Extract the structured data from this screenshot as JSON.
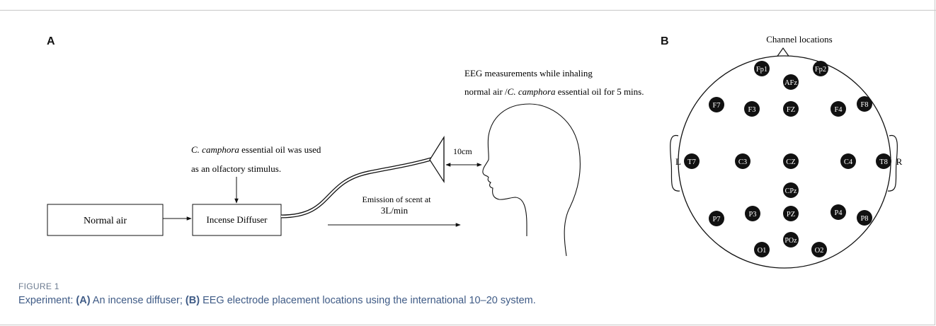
{
  "panel_a": {
    "letter": "A",
    "box_normal_air": "Normal air",
    "box_diffuser": "Incense Diffuser",
    "stimulus_label_italic": "C. camphora",
    "stimulus_label_line1_rest": " essential oil was used",
    "stimulus_label_line2": "as an olfactory stimulus.",
    "distance_label": "10cm",
    "emission_line1": "Emission of scent at",
    "emission_line2": "3L/min",
    "eeg_line1": "EEG measurements while inhaling",
    "eeg_line2_prefix": "normal air /",
    "eeg_line2_italic": "C. camphora",
    "eeg_line2_suffix": "  essential oil for 5 mins."
  },
  "panel_b": {
    "letter": "B",
    "title": "Channel locations",
    "left_label": "L",
    "right_label": "R",
    "electrodes": [
      "Fp1",
      "Fp2",
      "AFz",
      "F7",
      "F3",
      "FZ",
      "F4",
      "F8",
      "T7",
      "C3",
      "CZ",
      "C4",
      "T8",
      "CPz",
      "P7",
      "P3",
      "PZ",
      "P4",
      "P8",
      "POz",
      "O1",
      "O2"
    ]
  },
  "caption": {
    "label": "FIGURE 1",
    "text_part1": "Experiment: ",
    "bold_a": "(A)",
    "text_part2": " An incense diffuser; ",
    "bold_b": "(B)",
    "text_part3": " EEG electrode placement locations using the international 10–20 system."
  }
}
